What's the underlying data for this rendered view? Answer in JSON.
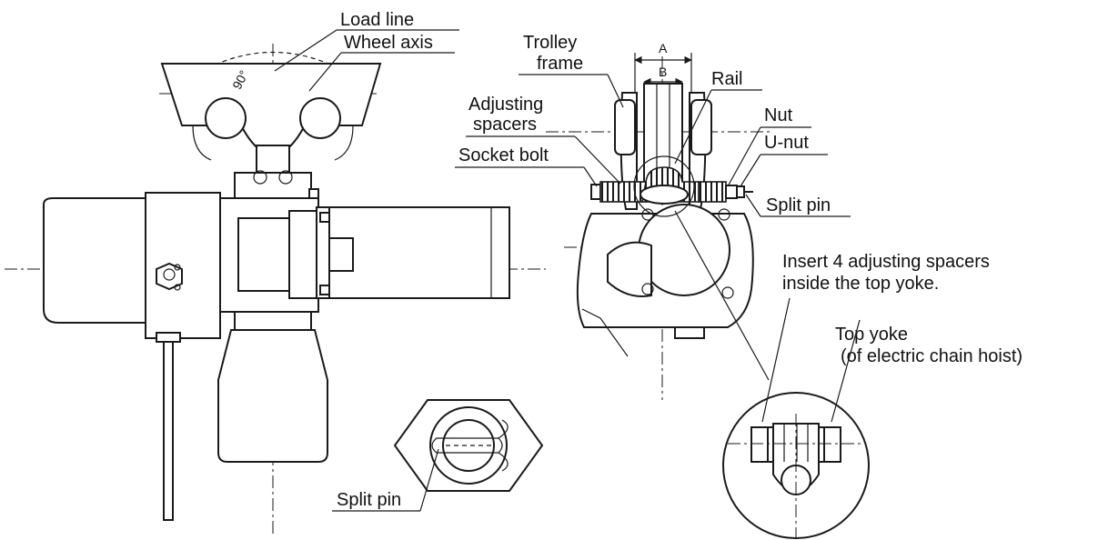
{
  "labels": {
    "load_line": "Load line",
    "wheel_axis": "Wheel axis",
    "angle": "90°",
    "trolley_frame_1": "Trolley",
    "trolley_frame_2": "frame",
    "dim_a": "A",
    "dim_b": "B",
    "rail": "Rail",
    "adjusting_spacers_1": "Adjusting",
    "adjusting_spacers_2": "spacers",
    "nut": "Nut",
    "u_nut": "U-nut",
    "socket_bolt": "Socket bolt",
    "split_pin_right": "Split pin",
    "split_pin_bottom": "Split pin",
    "insert_note_1": "Insert 4 adjusting spacers",
    "insert_note_2": "inside the top yoke.",
    "top_yoke_1": "Top yoke",
    "top_yoke_2": "(of electric chain hoist)"
  }
}
